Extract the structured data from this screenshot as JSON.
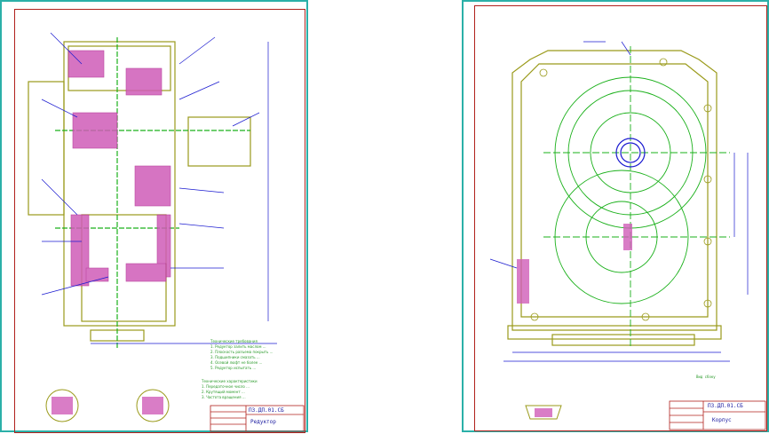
{
  "sheets": [
    {
      "id": "left",
      "title_block": {
        "code": "ПЗ.ДП.01.СБ",
        "name": "Редуктор"
      },
      "notes_text": "Технические требования\n1. Редуктор залить маслом ...\n2. Плоскость разъема покрыть ...\n3. Подшипники смазать ...\n4. Осевой люфт не более ...\n5. Редуктор испытать ...",
      "notes2_text": "Технические характеристики\n1. Передаточное число ...\n2. Крутящий момент ...\n3. Частота вращения ..."
    },
    {
      "id": "right",
      "title_block": {
        "code": "ПЗ.ДП.01.СБ",
        "name": "Корпус"
      },
      "caption": "Вид сбоку"
    }
  ],
  "colors": {
    "sheet_border": "#2bb0a8",
    "frame": "#b0201c",
    "contour": "#9a9a1a",
    "hatch": "#b02890",
    "dimension": "#1a1ad0",
    "centerline": "#1ab01a"
  }
}
